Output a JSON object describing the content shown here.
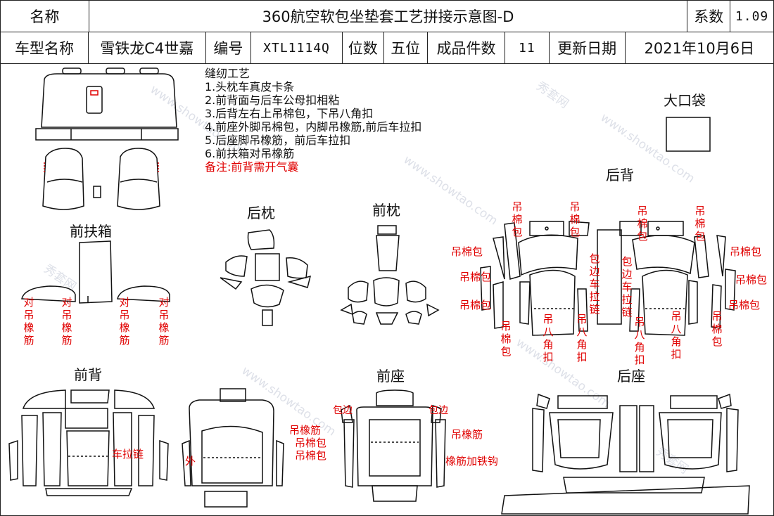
{
  "header": {
    "name_label": "名称",
    "title": "360航空软包坐垫套工艺拼接示意图-D",
    "coef_label": "系数",
    "coef_value": "1.09",
    "model_label": "车型名称",
    "model_value": "雪铁龙C4世嘉",
    "code_label": "编号",
    "code_value": "XTL1114Q",
    "seats_label": "位数",
    "seats_value": "五位",
    "pieces_label": "成品件数",
    "pieces_value": "11",
    "date_label": "更新日期",
    "date_value": "2021年10月6日"
  },
  "notes": {
    "title": "缝纫工艺",
    "items": [
      "1.头枕车真皮卡条",
      "2.前背面与后车公母扣相粘",
      "3.后背左右上吊棉包，下吊八角扣",
      "4.前座外脚吊棉包，内脚吊橡筋,前后车拉扣",
      "5.后座脚吊橡筋，前后车拉扣",
      "6.前扶箱对吊橡筋"
    ],
    "remark": "备注:前背需开气囊"
  },
  "sections": {
    "big_pocket": "大口袋",
    "rear_back": "后背",
    "rear_headrest": "后枕",
    "front_headrest": "前枕",
    "front_armrest": "前扶箱",
    "front_back": "前背",
    "front_seat": "前座",
    "rear_seat": "后座"
  },
  "annotations": {
    "pair_elastic": "对吊橡筋",
    "cotton_pad": "吊棉包",
    "edge_zip": "包边车拉链",
    "octagon_buckle": "吊八角扣",
    "zip": "车拉链",
    "outer": "外",
    "edge": "包边",
    "elastic": "吊橡筋",
    "elastic_hook": "橡筋加铁钩"
  },
  "watermark": {
    "site": "www.showtao.com",
    "brand": "秀套网"
  },
  "colors": {
    "annotation": "#e00000",
    "line": "#111111",
    "watermark": "#c3c8d6"
  }
}
